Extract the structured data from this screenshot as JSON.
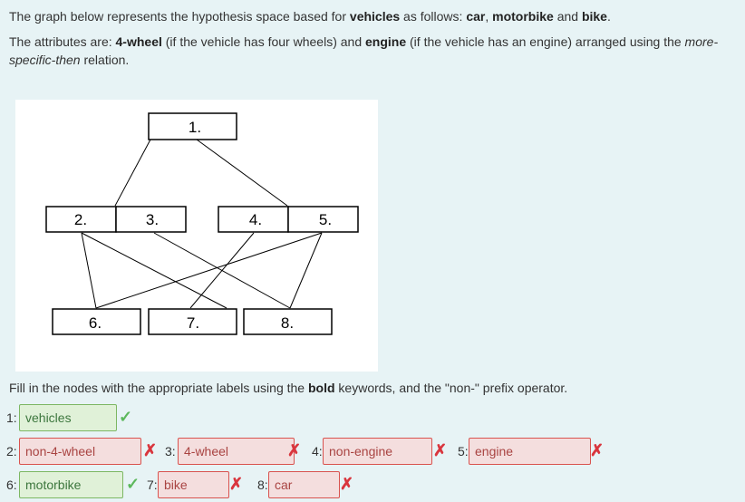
{
  "intro": {
    "p1_a": "The graph below represents the hypothesis space based for ",
    "p1_b": "vehicles",
    "p1_c": " as follows: ",
    "p1_d": "car",
    "p1_e": ", ",
    "p1_f": "motorbike",
    "p1_g": " and ",
    "p1_h": "bike",
    "p1_i": ".",
    "p2_a": "The attributes are: ",
    "p2_b": "4-wheel",
    "p2_c": " (if the vehicle has four wheels) and ",
    "p2_d": "engine",
    "p2_e": " (if the vehicle has an engine) arranged using the ",
    "p2_f": "more-specific-then",
    "p2_g": " relation."
  },
  "graph": {
    "nodes": [
      "1.",
      "2.",
      "3.",
      "4.",
      "5.",
      "6.",
      "7.",
      "8."
    ]
  },
  "instruction": {
    "a": "Fill in the nodes with the appropriate labels using the ",
    "b": "bold",
    "c": " keywords, and the \"non-\" prefix operator."
  },
  "answers": [
    {
      "num": "1:",
      "value": "vehicles",
      "status": "correct"
    },
    {
      "num": "2:",
      "value": "non-4-wheel",
      "status": "incorrect"
    },
    {
      "num": "3:",
      "value": "4-wheel",
      "status": "incorrect"
    },
    {
      "num": "4:",
      "value": "non-engine",
      "status": "incorrect"
    },
    {
      "num": "5:",
      "value": "engine",
      "status": "incorrect"
    },
    {
      "num": "6:",
      "value": "motorbike",
      "status": "correct"
    },
    {
      "num": "7:",
      "value": "bike",
      "status": "incorrect"
    },
    {
      "num": "8:",
      "value": "car",
      "status": "incorrect"
    }
  ],
  "marks": {
    "correct": "✓",
    "incorrect": "✗"
  },
  "colors": {
    "background": "#e7f3f5",
    "correct_fill": "#e0f1d8",
    "correct_border": "#7cb763",
    "incorrect_fill": "#f4dede",
    "incorrect_border": "#d9534f",
    "check_green": "#5cb85c",
    "cross_red": "#d9363e"
  }
}
